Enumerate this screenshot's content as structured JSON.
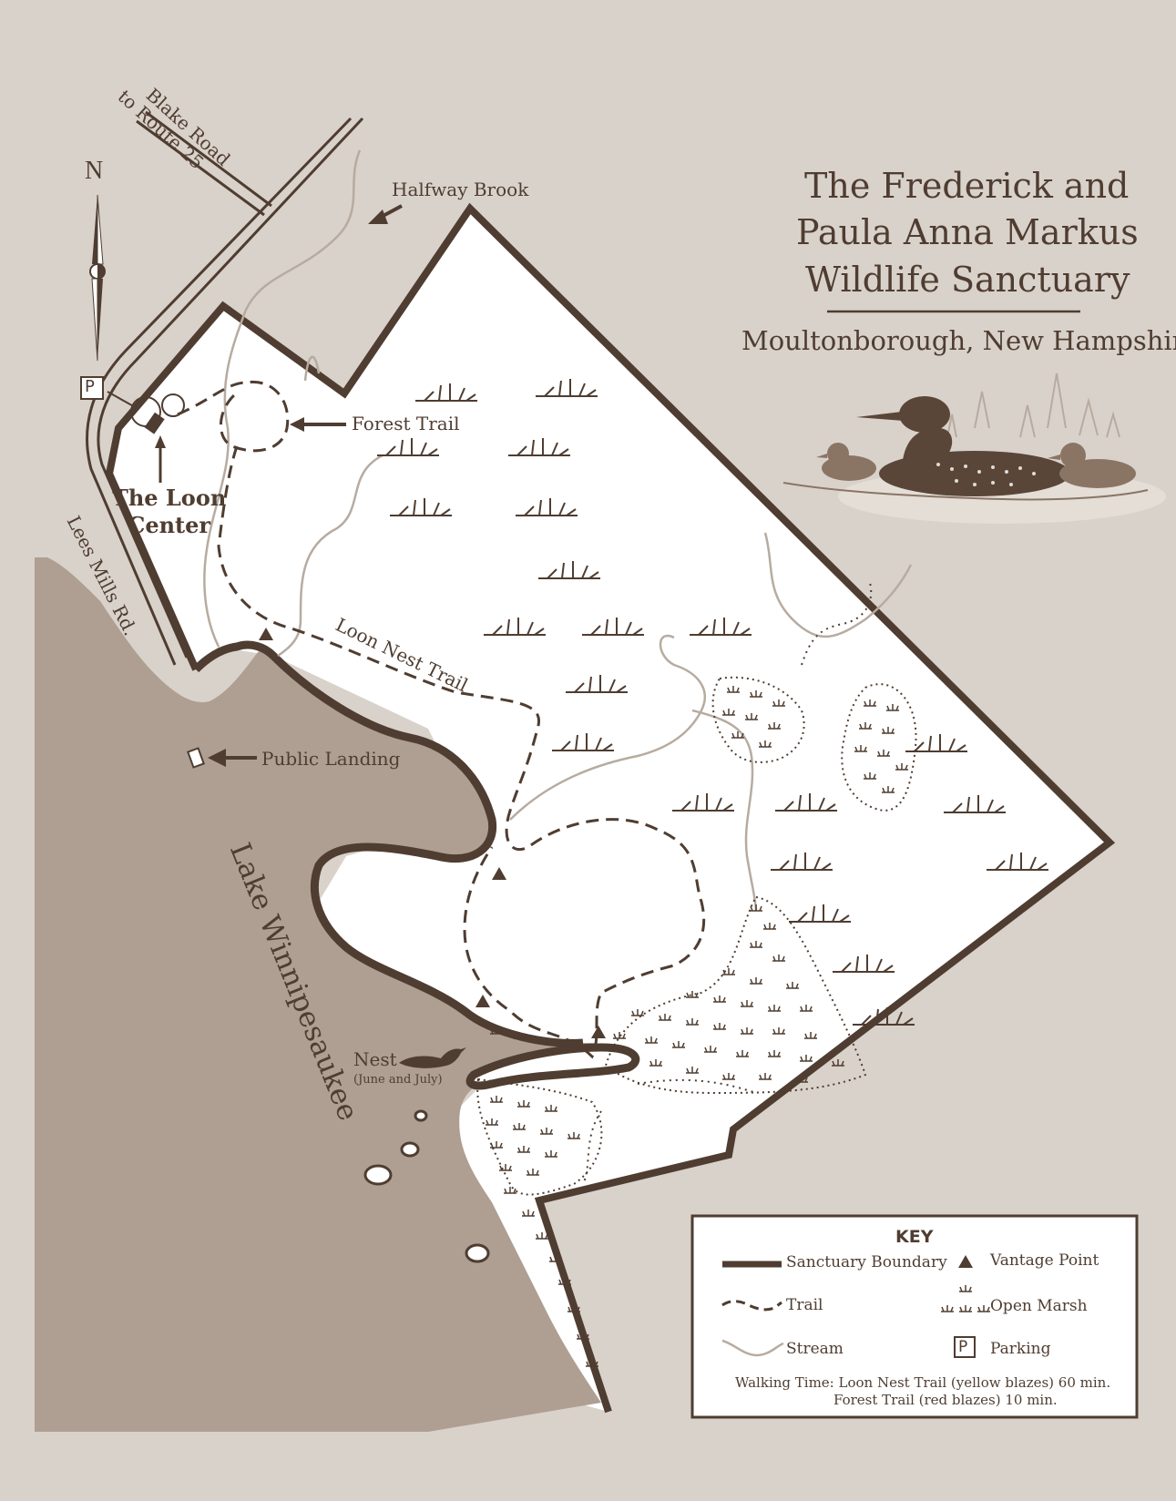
{
  "title": {
    "line1": "The Frederick and",
    "line2": "Paula Anna Markus",
    "line3": "Wildlife Sanctuary",
    "location": "Moultonborough, New Hampshire"
  },
  "labels": {
    "north": "N",
    "blake_road_line1": "Blake Road",
    "blake_road_line2": "to Route 25",
    "halfway_brook": "Halfway Brook",
    "forest_trail": "Forest Trail",
    "loon_center_line1": "The Loon",
    "loon_center_line2": "Center",
    "lees_mills": "Lees Mills Rd.",
    "loon_nest_trail": "Loon Nest Trail",
    "public_landing": "Public Landing",
    "lake": "Lake Winnipesaukee",
    "nest": "Nest",
    "nest_dates": "(June and July)",
    "parking_symbol": "P"
  },
  "key": {
    "title": "KEY",
    "items": {
      "boundary": "Sanctuary Boundary",
      "vantage": "Vantage Point",
      "trail": "Trail",
      "marsh": "Open Marsh",
      "stream": "Stream",
      "parking": "Parking",
      "parking_symbol": "P"
    },
    "walking_line1": "Walking Time: Loon Nest Trail (yellow blazes) 60 min.",
    "walking_line2": "Forest Trail (red blazes) 10 min."
  },
  "colors": {
    "background": "#d9d2cb",
    "ink": "#4f3d31",
    "lake": "#ae9f92",
    "land": "#ffffff",
    "stream": "#b7aba0"
  }
}
